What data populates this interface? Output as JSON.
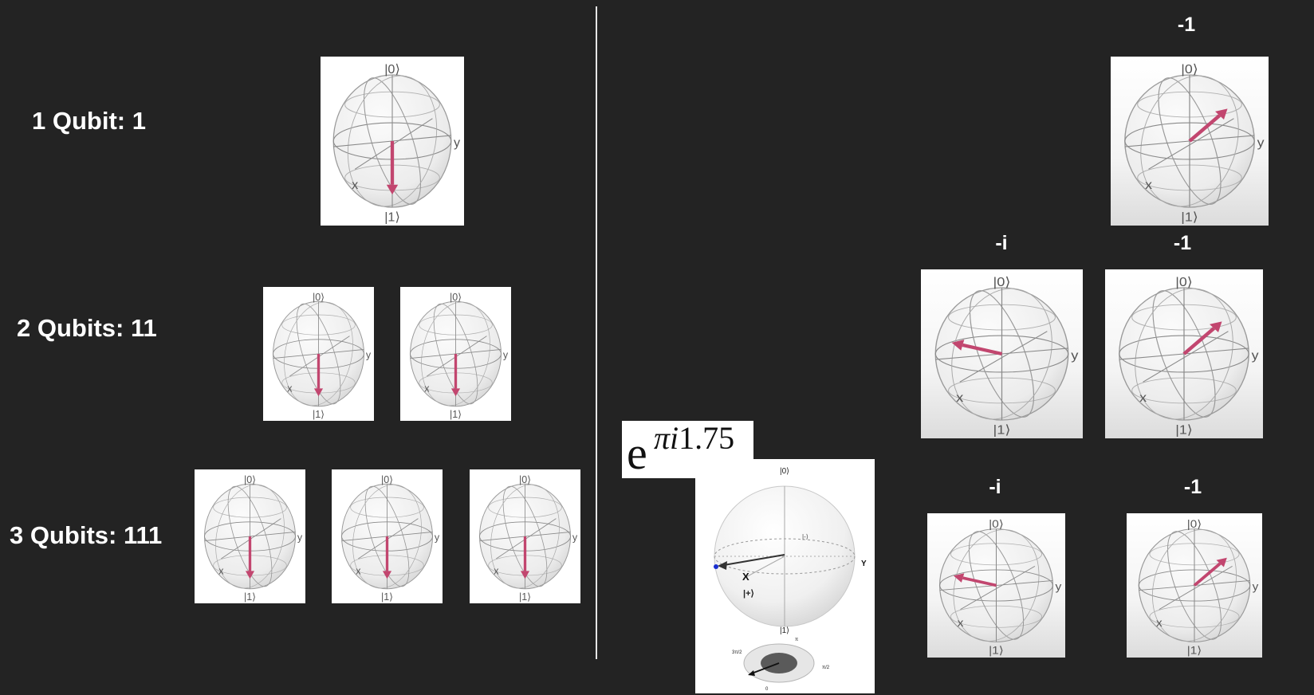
{
  "left_panel": {
    "rows": [
      {
        "label": "1 Qubit: 1",
        "sphere_count": 1
      },
      {
        "label": "2 Qubits: 11",
        "sphere_count": 2
      },
      {
        "label": "3 Qubits: 111",
        "sphere_count": 3
      }
    ]
  },
  "sphere_labels": {
    "ket0": "|0⟩",
    "ket1": "|1⟩",
    "x": "x",
    "y": "y"
  },
  "right_panel": {
    "top_phase": "-1",
    "middle_phases": [
      "-i",
      "-1"
    ],
    "bottom_phases": [
      "-i",
      "-1"
    ]
  },
  "formula": {
    "base": "e",
    "exponent_symbols": "πi",
    "exponent_value": "1.75"
  },
  "detail_sphere": {
    "ket0": "|0⟩",
    "ket1": "|1⟩",
    "ket_minus": "|-⟩",
    "ket_plus": "|+⟩",
    "axis_x": "X",
    "axis_y": "Y",
    "phase_ticks": {
      "pi": "π",
      "three_pi_over_2": "3π/2",
      "pi_over_2": "π/2",
      "zero": "0"
    }
  },
  "colors": {
    "background": "#232323",
    "arrow": "#c2466f",
    "vector": "#333333",
    "point": "#1a2fd0"
  }
}
